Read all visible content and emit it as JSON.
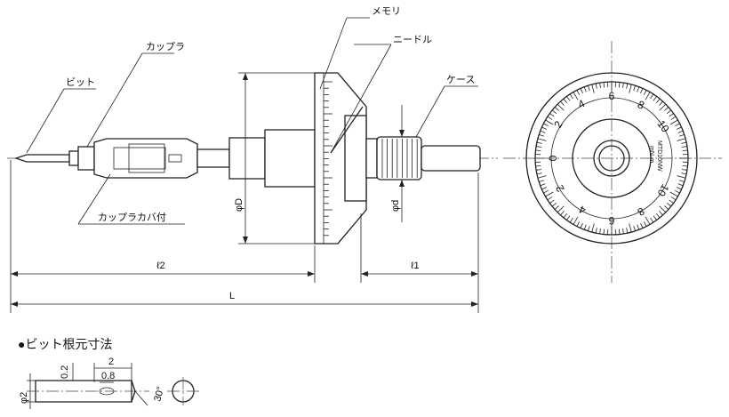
{
  "labels": {
    "memori": "メモリ",
    "needle": "ニードル",
    "coupler": "カップラ",
    "case": "ケース",
    "bit": "ビット",
    "coupler_cover": "カップラカバ付",
    "phi_D": "φD",
    "phi_d": "φd",
    "l2": "ℓ2",
    "l1": "ℓ1",
    "L": "L"
  },
  "dial": {
    "numbers_left": [
      "4",
      "2",
      "0",
      "2",
      "4"
    ],
    "numbers_right": [
      "6",
      "8",
      "10",
      "8",
      "10",
      "6"
    ],
    "model": "MTD10NW",
    "unit": "mN·m"
  },
  "bit_detail": {
    "title": "●ビット根元寸法",
    "dim_2": "2",
    "dim_0_8": "0.8",
    "dim_0_2": "0.2",
    "dim_phi2": "φ2",
    "angle": "30°"
  }
}
